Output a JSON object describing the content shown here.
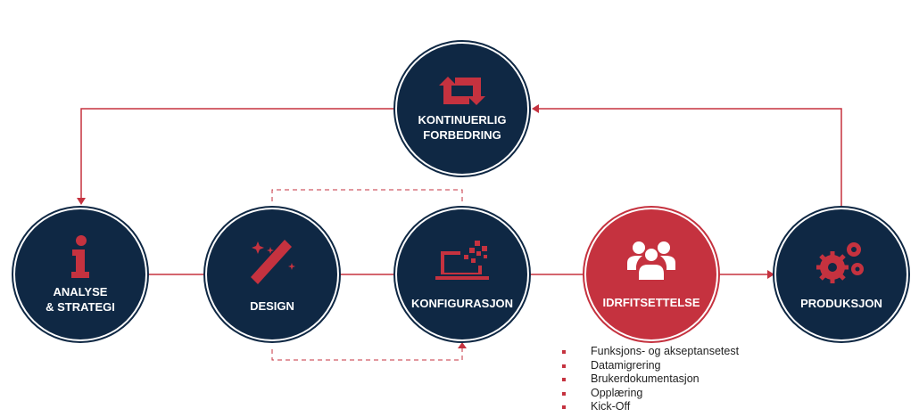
{
  "nodes": [
    {
      "id": "kontinuerlig",
      "label_lines": [
        "KONTINUERLIG",
        "FORBEDRING"
      ],
      "icon": "repeat-arrows-icon"
    },
    {
      "id": "analyse",
      "label_lines": [
        "ANALYSE",
        "& STRATEGI"
      ],
      "icon": "info-icon"
    },
    {
      "id": "design",
      "label_lines": [
        "DESIGN"
      ],
      "icon": "magic-wand-icon"
    },
    {
      "id": "konfigurasjon",
      "label_lines": [
        "KONFIGURASJON"
      ],
      "icon": "laptop-pixels-icon"
    },
    {
      "id": "idrfitsettelse",
      "label_lines": [
        "IDRFITSETTELSE"
      ],
      "icon": "users-group-icon"
    },
    {
      "id": "produksjon",
      "label_lines": [
        "PRODUKSJON"
      ],
      "icon": "gears-icon"
    }
  ],
  "bullets": [
    "Funksjons- og akseptansetest",
    "Datamigrering",
    "Brukerdokumentasjon",
    "Opplæring",
    "Kick-Off"
  ],
  "colors": {
    "navy": "#0f2844",
    "red": "#c5323f"
  }
}
